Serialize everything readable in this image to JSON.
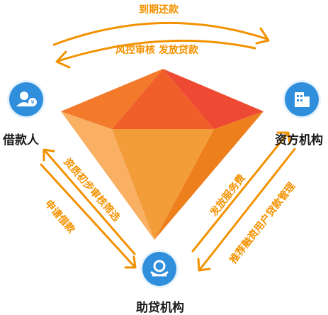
{
  "nodes": {
    "borrower": "借款人",
    "funder": "资方机构",
    "agency": "助贷机构"
  },
  "flows": {
    "top_outer": "到期还款",
    "top_inner": "风控审核 发放贷款",
    "left_inner": "资质初步审核筛选",
    "left_outer": "申请借款",
    "right_inner": "发放服务费",
    "right_outer": "推荐融资用户贷款管理"
  },
  "icons": {
    "borrower": "person-yuan-icon",
    "funder": "building-icon",
    "agency": "hand-money-icon"
  },
  "colors": {
    "accent": "#f39200",
    "node": "#2f8fdc"
  }
}
